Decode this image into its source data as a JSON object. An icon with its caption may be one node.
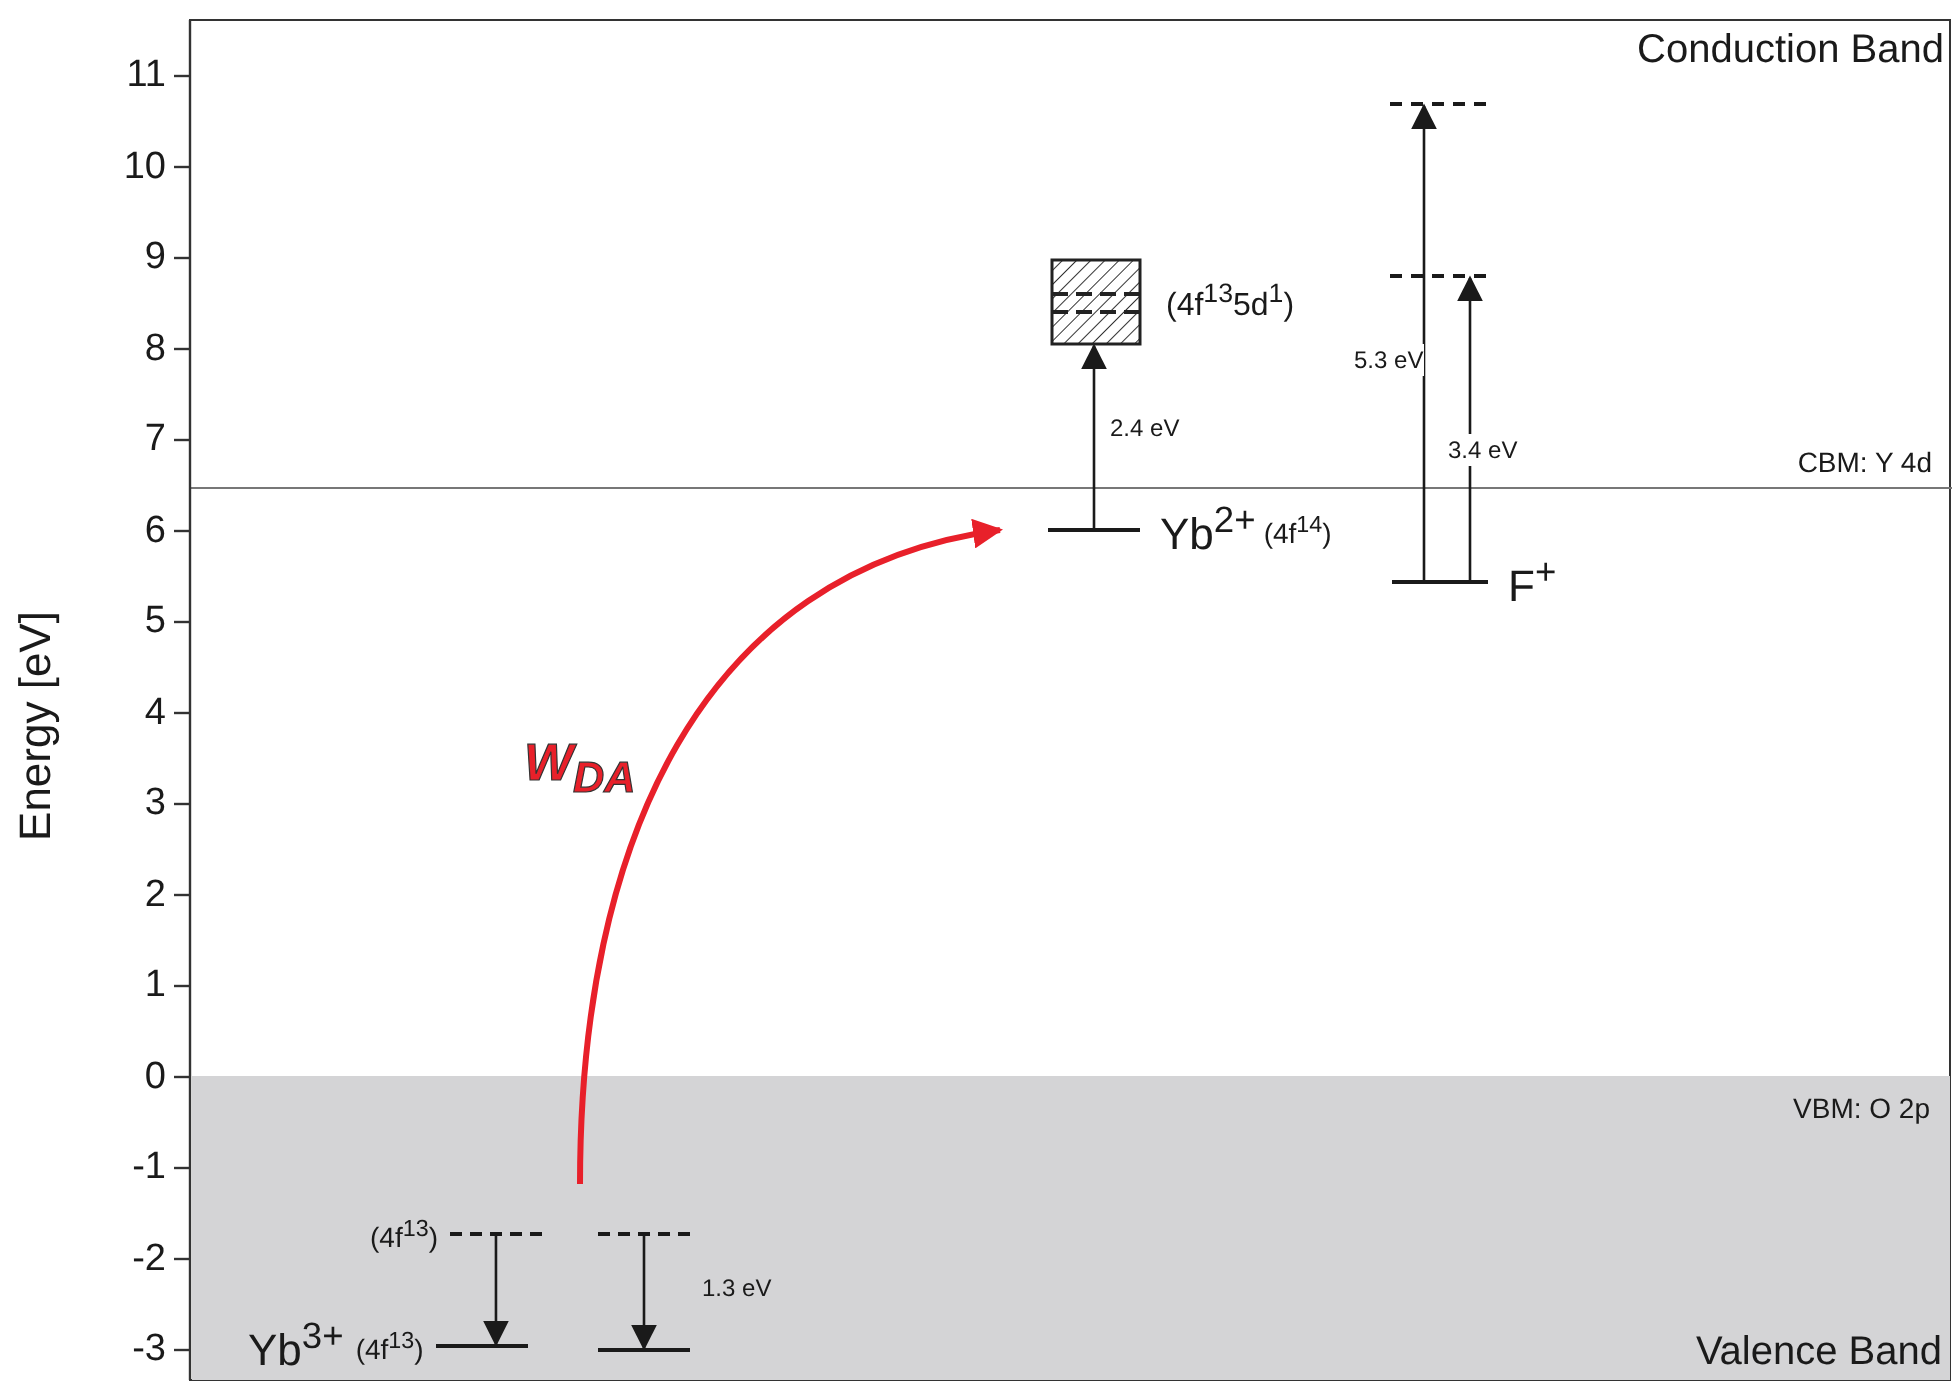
{
  "diagram": {
    "nodes": [
      {
        "text": [],
        "shape": "bar"
      },
      {
        "text": [
          "(4f$^{13}$5d$^{1}$)"
        ]
      },
      {
        "text": [],
        "shape": "bar"
      },
      {
        "text": [
          "Yb$^{2+}$",
          "(4f$^{14}$)"
        ]
      },
      {
        "text": [
          "F$^{+}$"
        ]
      },
      {
        "text": [
          "VBM: O 2p",
          "Valence Band"
        ]
      },
      {
        "text": [
          "(4f$^{13}$)"
        ],
        "in": 5
      },
      {
        "text": [],
        "shape": "bar",
        "in": 5
      },
      {
        "text": [
          "Yb$^{3+}$",
          "(4f$^{13}$)"
        ],
        "in": 5
      },
      {
        "text": [],
        "shape": "bar",
        "in": 5
      }
    ],
    "edges": [
      {
        "from": null,
        "to": 3,
        "arrow": "to",
        "label": "W$_{DA}$",
        "style": "thick",
        "color": "#e8202a"
      },
      {
        "from": 3,
        "to": 1,
        "arrow": "to",
        "label": "2.4 eV"
      },
      {
        "from": 4,
        "to": 0,
        "arrow": "to",
        "label": "5.3 eV"
      },
      {
        "from": 4,
        "to": 2,
        "arrow": "to",
        "label": "3.4 eV"
      },
      {
        "from": 6,
        "to": 8,
        "arrow": "to"
      },
      {
        "from": 7,
        "to": 9,
        "arrow": "to",
        "label": "1.3 eV"
      }
    ],
    "labels": [
      "Conduction Band",
      "11",
      "10",
      "9",
      "8",
      "7",
      "6",
      "5",
      "4",
      "3",
      "2",
      "1",
      "0",
      "-1",
      "-2",
      "-3",
      "CBM: Y 4d",
      "Energy [eV]"
    ]
  }
}
